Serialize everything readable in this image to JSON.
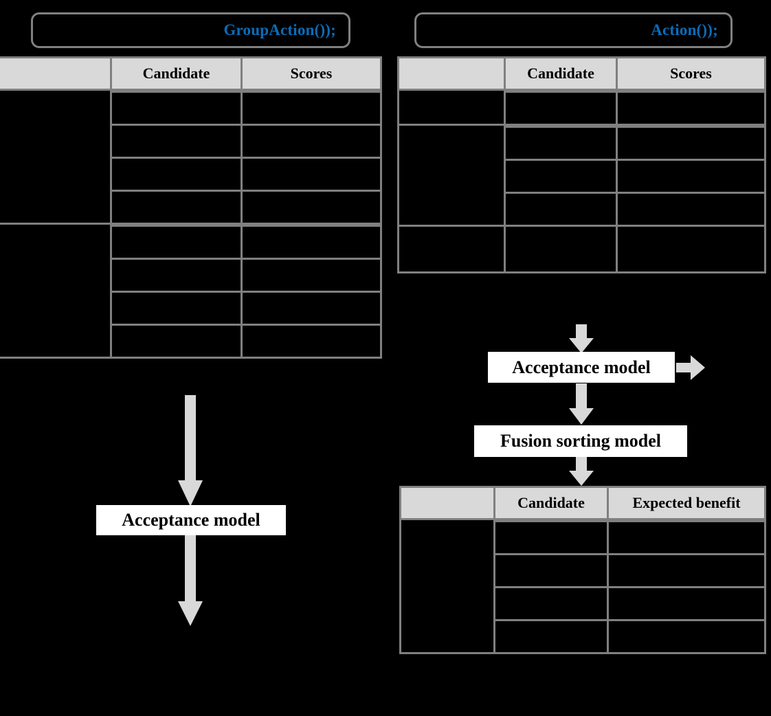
{
  "diagram": {
    "background_color": "#000000",
    "accent_blue": "#0b6cb8",
    "border_grey": "#808080",
    "header_fill": "#d9d9d9",
    "arrow_fill": "#d9d9d9",
    "box_fill": "#ffffff"
  },
  "left_panel": {
    "capsule": {
      "label": "GroupAction());"
    },
    "table": {
      "headers": [
        "",
        "Candidate",
        "Scores"
      ],
      "group_row_spans": [
        5,
        5
      ],
      "rows": [
        {
          "group": "",
          "candidate": "",
          "scores": ""
        },
        {
          "group": "",
          "candidate": "",
          "scores": ""
        },
        {
          "group": "",
          "candidate": "",
          "scores": ""
        },
        {
          "group": "",
          "candidate": "",
          "scores": ""
        },
        {
          "group": "",
          "candidate": "",
          "scores": ""
        },
        {
          "group": "",
          "candidate": "",
          "scores": ""
        },
        {
          "group": "",
          "candidate": "",
          "scores": ""
        },
        {
          "group": "",
          "candidate": "",
          "scores": ""
        },
        {
          "group": "",
          "candidate": "",
          "scores": ""
        },
        {
          "group": "",
          "candidate": "",
          "scores": ""
        }
      ]
    },
    "acceptance_model_box": {
      "label": "Acceptance model"
    },
    "arrow_table_to_model": {
      "direction": "down"
    },
    "arrow_model_to_output": {
      "direction": "down"
    }
  },
  "right_panel": {
    "capsule": {
      "label": "Action());"
    },
    "top_table": {
      "headers": [
        "",
        "Candidate",
        "Scores"
      ],
      "group_row_spans": [
        2,
        4,
        1
      ],
      "rows": [
        {
          "group": "",
          "candidate": "",
          "scores": ""
        },
        {
          "group": "",
          "candidate": "",
          "scores": ""
        },
        {
          "group": "",
          "candidate": "",
          "scores": ""
        },
        {
          "group": "",
          "candidate": "",
          "scores": ""
        },
        {
          "group": "",
          "candidate": "",
          "scores": ""
        },
        {
          "group": "",
          "candidate": "",
          "scores": ""
        },
        {
          "group": "",
          "candidate": "",
          "scores": ""
        }
      ]
    },
    "acceptance_model_box": {
      "label": "Acceptance model"
    },
    "fusion_sorting_model_box": {
      "label": "Fusion sorting model"
    },
    "bottom_table": {
      "headers": [
        "",
        "Candidate",
        "Expected benefit"
      ],
      "group_row_spans": [
        5
      ],
      "rows": [
        {
          "group": "",
          "candidate": "",
          "expected_benefit": ""
        },
        {
          "group": "",
          "candidate": "",
          "expected_benefit": ""
        },
        {
          "group": "",
          "candidate": "",
          "expected_benefit": ""
        },
        {
          "group": "",
          "candidate": "",
          "expected_benefit": ""
        },
        {
          "group": "",
          "candidate": "",
          "expected_benefit": ""
        }
      ]
    },
    "arrow_table_to_acceptance": {
      "direction": "down"
    },
    "arrow_acceptance_out": {
      "direction": "right"
    },
    "arrow_acceptance_to_fusion": {
      "direction": "down"
    },
    "arrow_fusion_to_table": {
      "direction": "down"
    }
  }
}
